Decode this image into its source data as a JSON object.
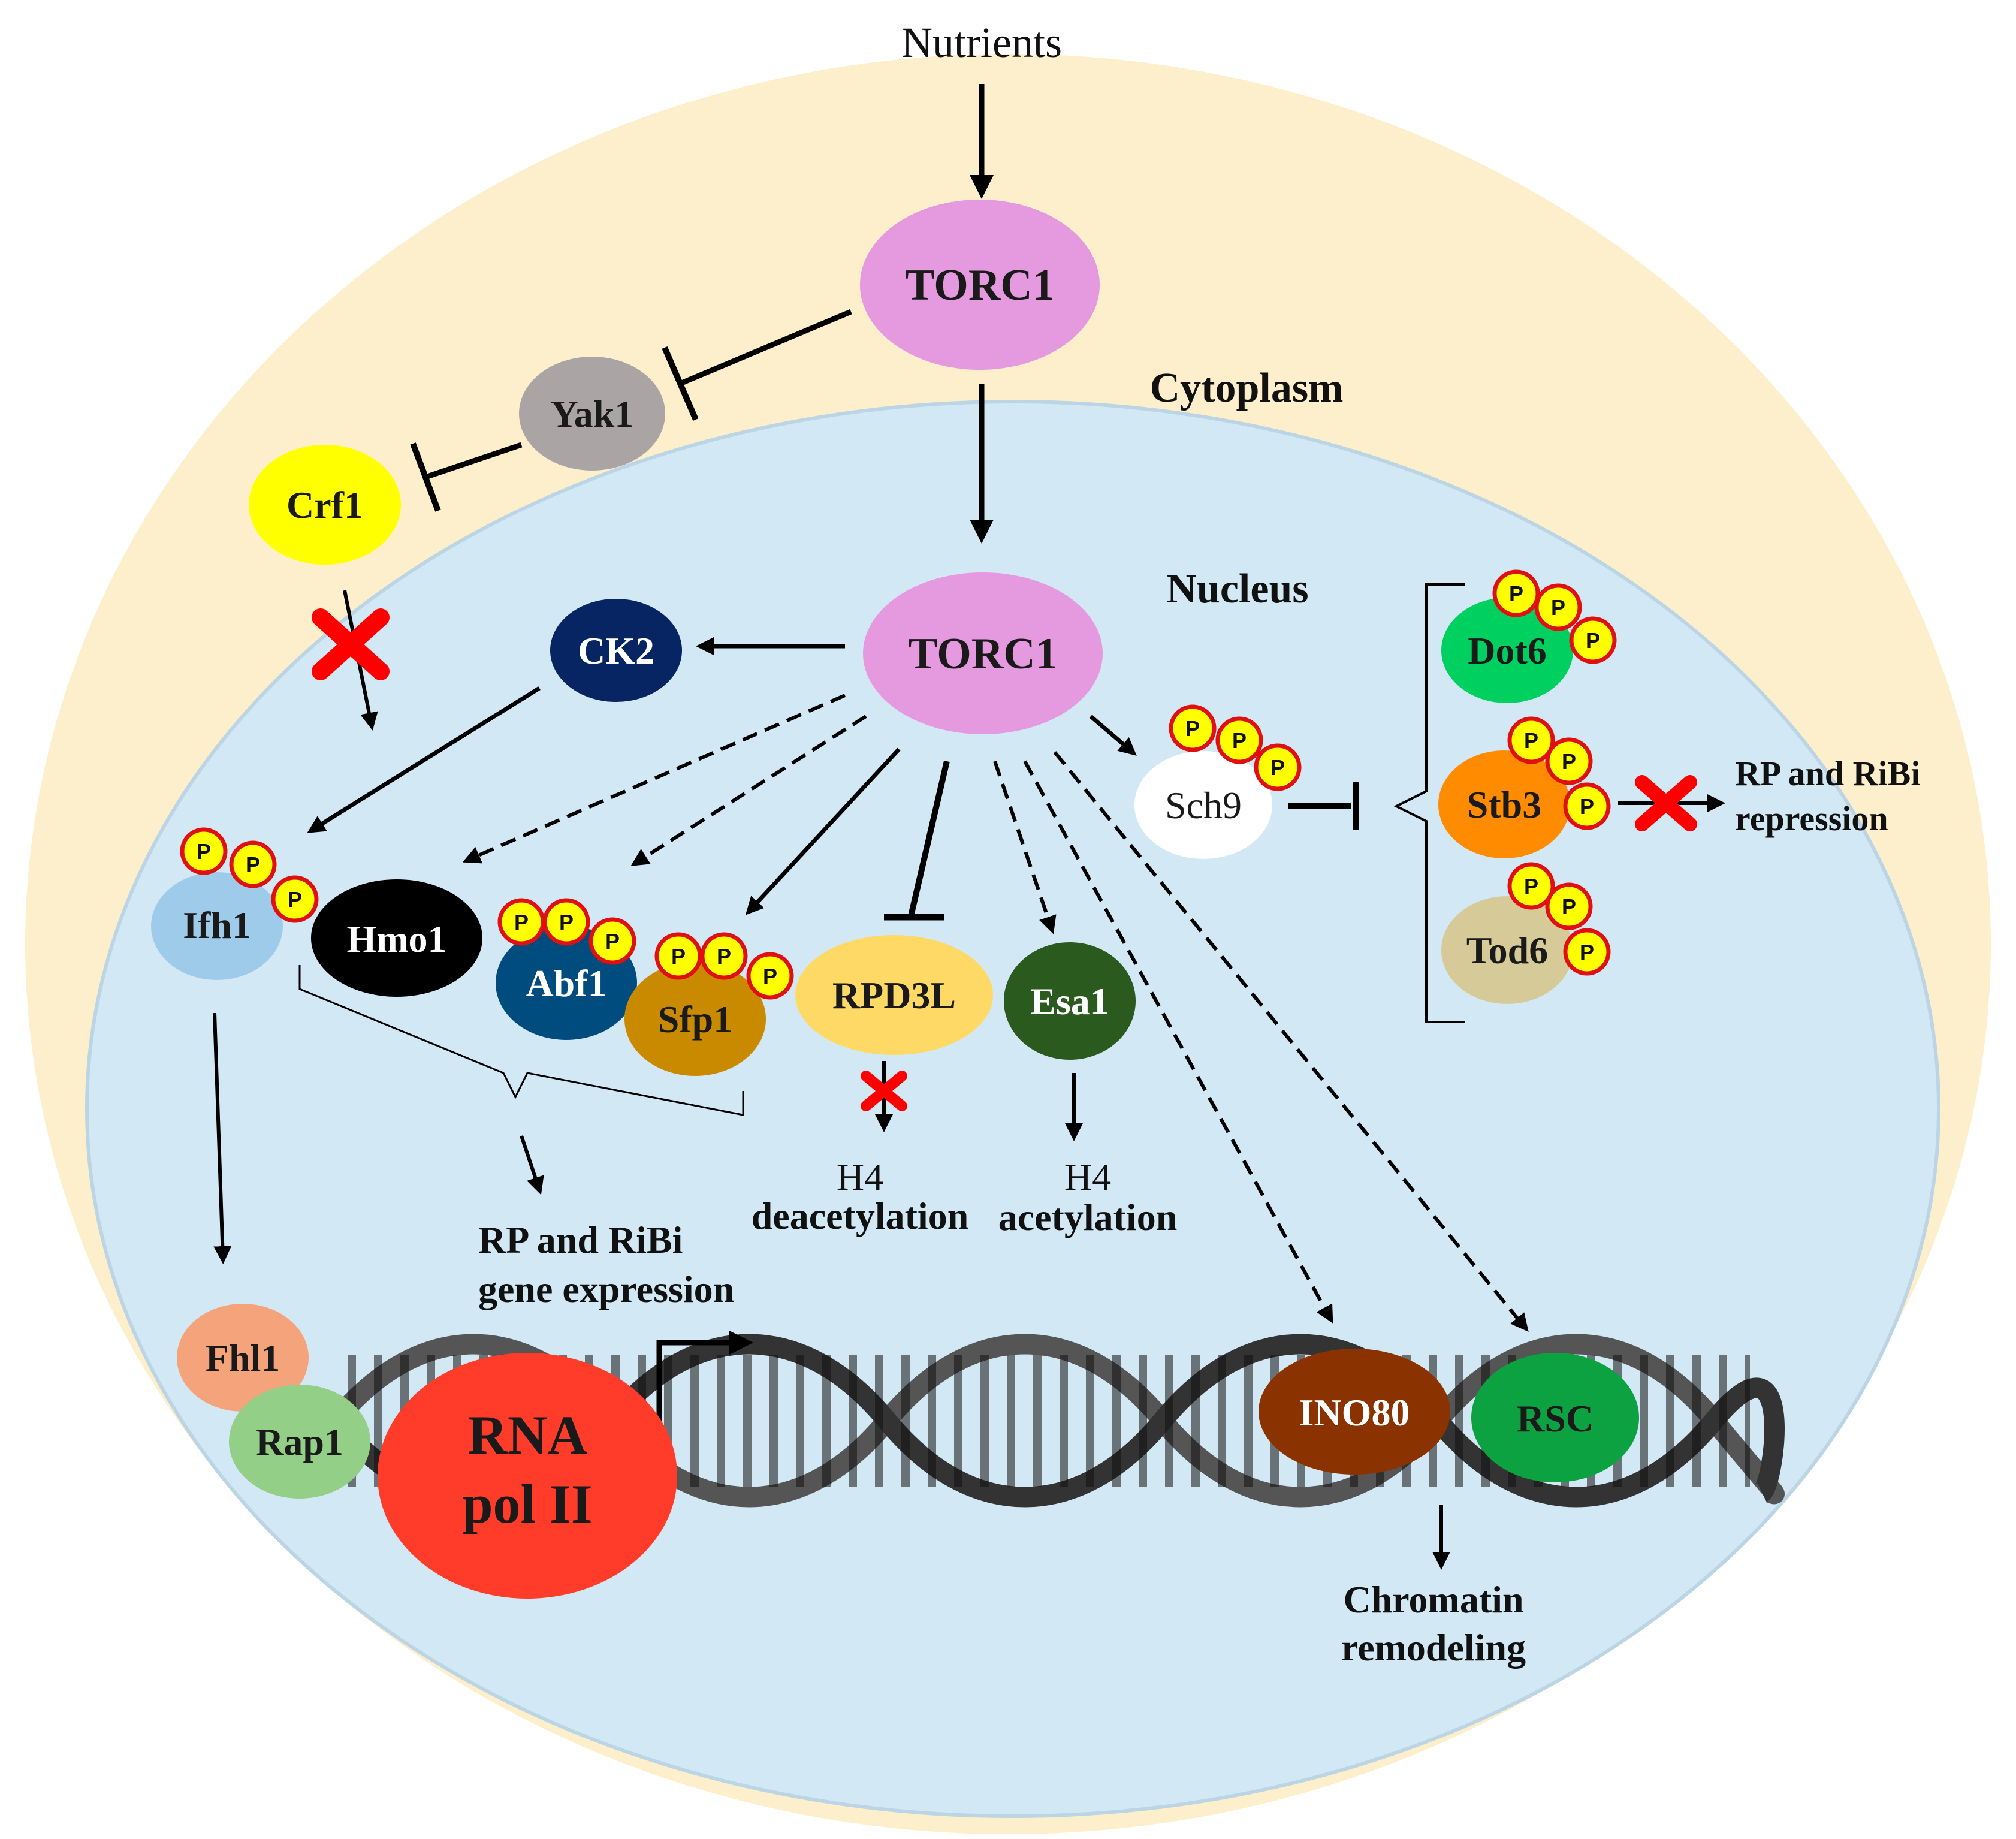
{
  "input": {
    "label": "Nutrients"
  },
  "compartments": {
    "cytoplasm": "Cytoplasm",
    "nucleus": "Nucleus"
  },
  "nodes": {
    "torc1_cytoplasm": "TORC1",
    "yak1": "Yak1",
    "crf1": "Crf1",
    "torc1_nucleus": "TORC1",
    "ck2": "CK2",
    "ifh1": "Ifh1",
    "hmo1": "Hmo1",
    "abf1": "Abf1",
    "sfp1": "Sfp1",
    "rpd3l": "RPD3L",
    "esa1": "Esa1",
    "sch9": "Sch9",
    "dot6": "Dot6",
    "stb3": "Stb3",
    "tod6": "Tod6",
    "fhl1": "Fhl1",
    "rap1": "Rap1",
    "rna_pol_line1": "RNA",
    "rna_pol_line2": "pol II",
    "ino80": "INO80",
    "rsc": "RSC"
  },
  "phospho_label": "P",
  "outcomes": {
    "rp_ribi_expression_line1": "RP and RiBi",
    "rp_ribi_expression_line2": "gene expression",
    "h4_deacetylation_line1": "H4",
    "h4_deacetylation_line2": "deacetylation",
    "h4_acetylation_line1": "H4",
    "h4_acetylation_line2": "acetylation",
    "rp_ribi_repression_line1": "RP and RiBi",
    "rp_ribi_repression_line2": "repression",
    "chromatin_line1": "Chromatin",
    "chromatin_line2": "remodeling"
  },
  "colors": {
    "cytoplasm": "#FDEFCB",
    "nucleus": "#D2E8F4",
    "torc1": "#E599DE",
    "yak1": "#ABA4A4",
    "crf1": "#FFFF00",
    "ck2": "#082563",
    "ifh1": "#9FCBEA",
    "hmo1": "#000000",
    "abf1": "#004C7F",
    "sfp1": "#C98A00",
    "rpd3l": "#FFD966",
    "esa1": "#2A5A1E",
    "sch9": "#FFFFFF",
    "dot6": "#00D060",
    "stb3": "#FF8C00",
    "tod6": "#D7CA99",
    "fhl1": "#F5A37B",
    "rap1": "#93CF87",
    "rna_pol": "#FF3B2A",
    "ino80": "#8A3200",
    "rsc": "#0CA242",
    "phospho_fill": "#FFFF00",
    "phospho_ring": "#E01010",
    "block_mark": "#FF0000"
  }
}
